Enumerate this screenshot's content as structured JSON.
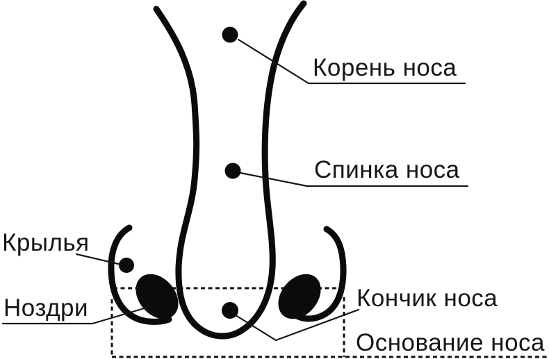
{
  "diagram": {
    "type": "anatomical-line-diagram",
    "subject": "nose structure",
    "language": "ru",
    "ink_color": "#0b0b0b",
    "background_color": "#ffffff",
    "labels": {
      "root": "Корень носа",
      "dorsum": "Спинка носа",
      "wings": "Крылья",
      "nostrils": "Ноздри",
      "tip": "Кончик носа",
      "base": "Основание носа"
    },
    "markers": {
      "count": 4,
      "names": [
        "root-dot",
        "dorsum-dot",
        "wings-dot",
        "tip-dot"
      ]
    }
  }
}
